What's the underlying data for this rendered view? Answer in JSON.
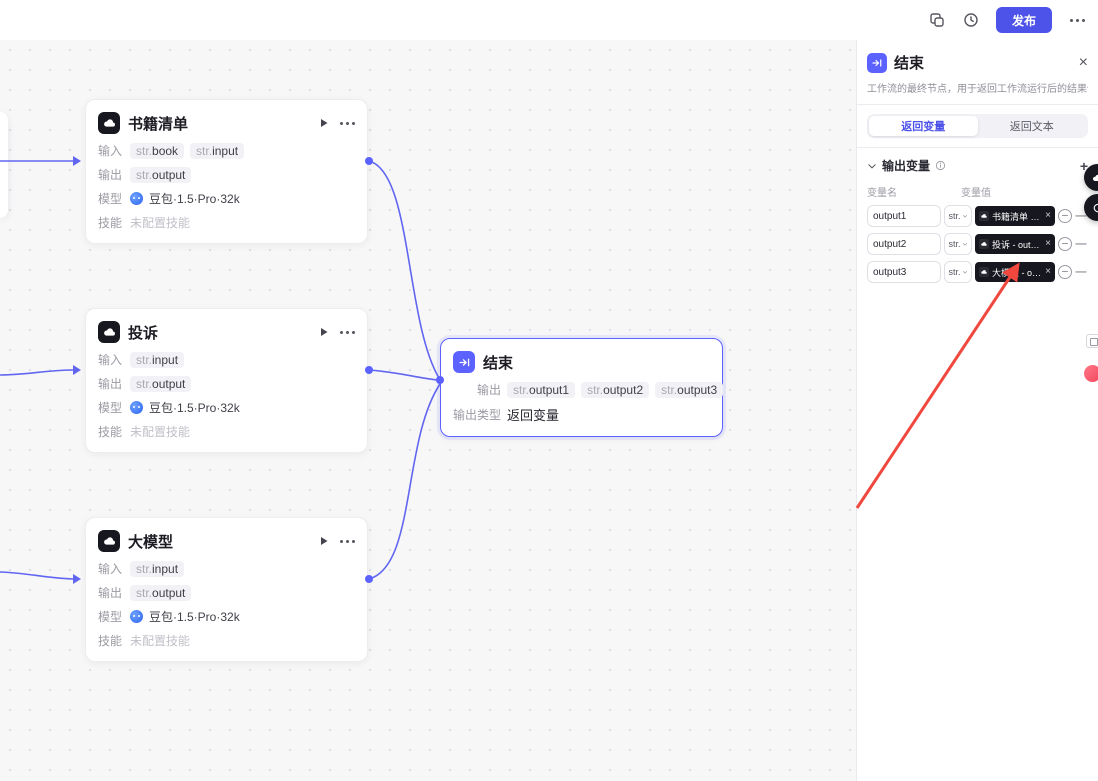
{
  "topbar": {
    "publish": "发布"
  },
  "canvas": {
    "nodes": [
      {
        "title": "书籍清单",
        "labels": {
          "input": "输入",
          "output": "输出",
          "model": "模型",
          "skill": "技能"
        },
        "inputs": [
          {
            "prefix": "str.",
            "name": "book"
          },
          {
            "prefix": "str.",
            "name": "input"
          }
        ],
        "outputs": [
          {
            "prefix": "str.",
            "name": "output"
          }
        ],
        "model": "豆包·1.5·Pro·32k",
        "skill": "未配置技能"
      },
      {
        "title": "投诉",
        "labels": {
          "input": "输入",
          "output": "输出",
          "model": "模型",
          "skill": "技能"
        },
        "inputs": [
          {
            "prefix": "str.",
            "name": "input"
          }
        ],
        "outputs": [
          {
            "prefix": "str.",
            "name": "output"
          }
        ],
        "model": "豆包·1.5·Pro·32k",
        "skill": "未配置技能"
      },
      {
        "title": "大模型",
        "labels": {
          "input": "输入",
          "output": "输出",
          "model": "模型",
          "skill": "技能"
        },
        "inputs": [
          {
            "prefix": "str.",
            "name": "input"
          }
        ],
        "outputs": [
          {
            "prefix": "str.",
            "name": "output"
          }
        ],
        "model": "豆包·1.5·Pro·32k",
        "skill": "未配置技能"
      }
    ],
    "end_node": {
      "title": "结束",
      "output_label": "输出",
      "outputs": [
        {
          "prefix": "str.",
          "name": "output1"
        },
        {
          "prefix": "str.",
          "name": "output2"
        },
        {
          "prefix": "str.",
          "name": "output3"
        }
      ],
      "output_type_label": "输出类型",
      "output_type_value": "返回变量"
    }
  },
  "panel": {
    "title": "结束",
    "description": "工作流的最终节点，用于返回工作流运行后的结果信息",
    "tabs": [
      {
        "label": "返回变量"
      },
      {
        "label": "返回文本"
      }
    ],
    "section_title": "输出变量",
    "columns": {
      "name": "变量名",
      "value": "变量值"
    },
    "rows": [
      {
        "name": "output1",
        "type": "str.",
        "value": "书籍清单 - o..."
      },
      {
        "name": "output2",
        "type": "str.",
        "value": "投诉 - output"
      },
      {
        "name": "output3",
        "type": "str.",
        "value": "大模型 - out..."
      }
    ]
  },
  "colors": {
    "accent": "#5c62ff",
    "publish_button": "#4d53e8",
    "edge": "#6166f0",
    "annotation": "#f0483e",
    "node_icon_bg": "#17171f"
  }
}
